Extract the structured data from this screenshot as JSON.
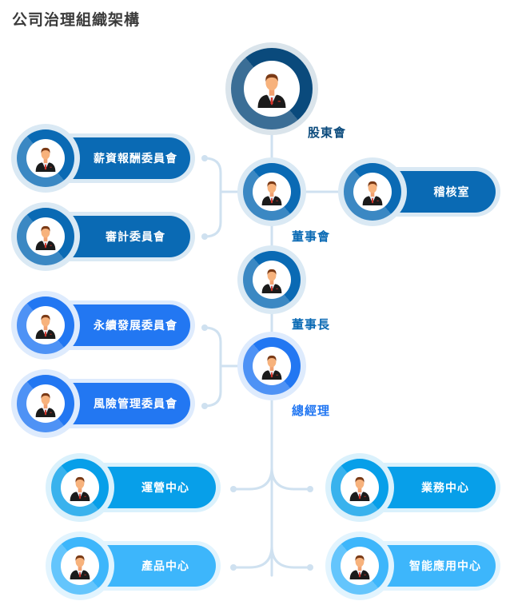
{
  "title": "公司治理組織架構",
  "colors": {
    "shareholders": "#0a4a7c",
    "board": "#0a6ab4",
    "gm": "#2277f2",
    "center": "#079fe9",
    "bottom": "#3db6fb",
    "line": "#cfe1f0"
  },
  "labels": {
    "shareholders": "股東會",
    "board": "董事會",
    "chairman": "董事長",
    "gm": "總經理"
  },
  "committees": {
    "compensation": "薪資報酬委員會",
    "audit": "審計委員會",
    "internal_audit": "稽核室",
    "sustainability": "永續發展委員會",
    "risk": "風險管理委員會",
    "operations": "運營中心",
    "business": "業務中心",
    "product": "產品中心",
    "smart_app": "智能應用中心"
  }
}
